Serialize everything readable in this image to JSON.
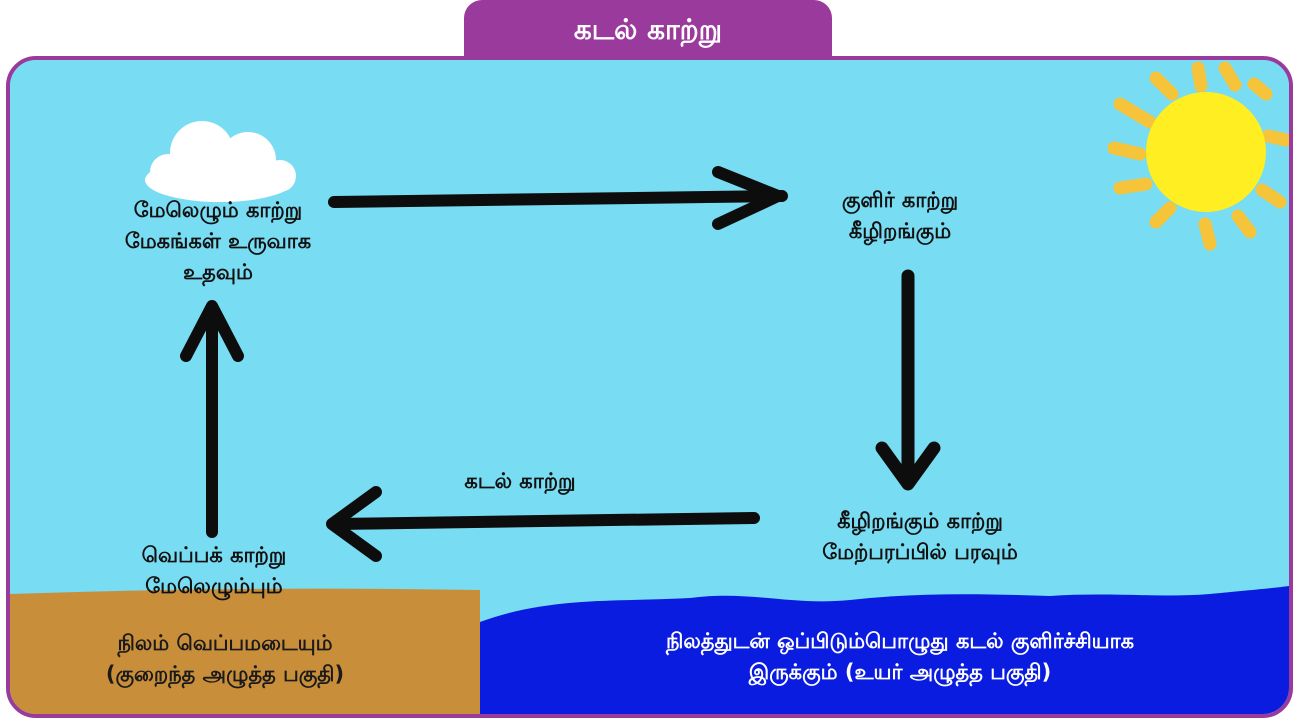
{
  "title": "கடல் காற்று",
  "labels": {
    "rising_air": [
      "மேலெழும் காற்று",
      "மேகங்கள் உருவாக",
      "உதவும்"
    ],
    "cool_air": [
      "குளிர் காற்று",
      "கீழிறங்கும்"
    ],
    "sea_breeze": "கடல் காற்று",
    "descending_air": [
      "கீழிறங்கும் காற்று",
      "மேற்பரப்பில் பரவும்"
    ],
    "warm_air": [
      "வெப்பக் காற்று",
      "மேலெழும்பும்"
    ],
    "land": [
      "நிலம் வெப்பமடையும்",
      "(குறைந்த அழுத்த பகுதி)"
    ],
    "sea": [
      "நிலத்துடன் ஒப்பிடும்பொழுது கடல் குளிர்ச்சியாக",
      "இருக்கும் (உயர் அழுத்த பகுதி)"
    ]
  },
  "colors": {
    "frame": "#9b3a9d",
    "sky": "#78dcf2",
    "land": "#c88e3a",
    "sea": "#0a1ce0",
    "sun": "#ffee22",
    "sun_rays": "#f5c43a",
    "arrow": "#0d0d0d"
  }
}
